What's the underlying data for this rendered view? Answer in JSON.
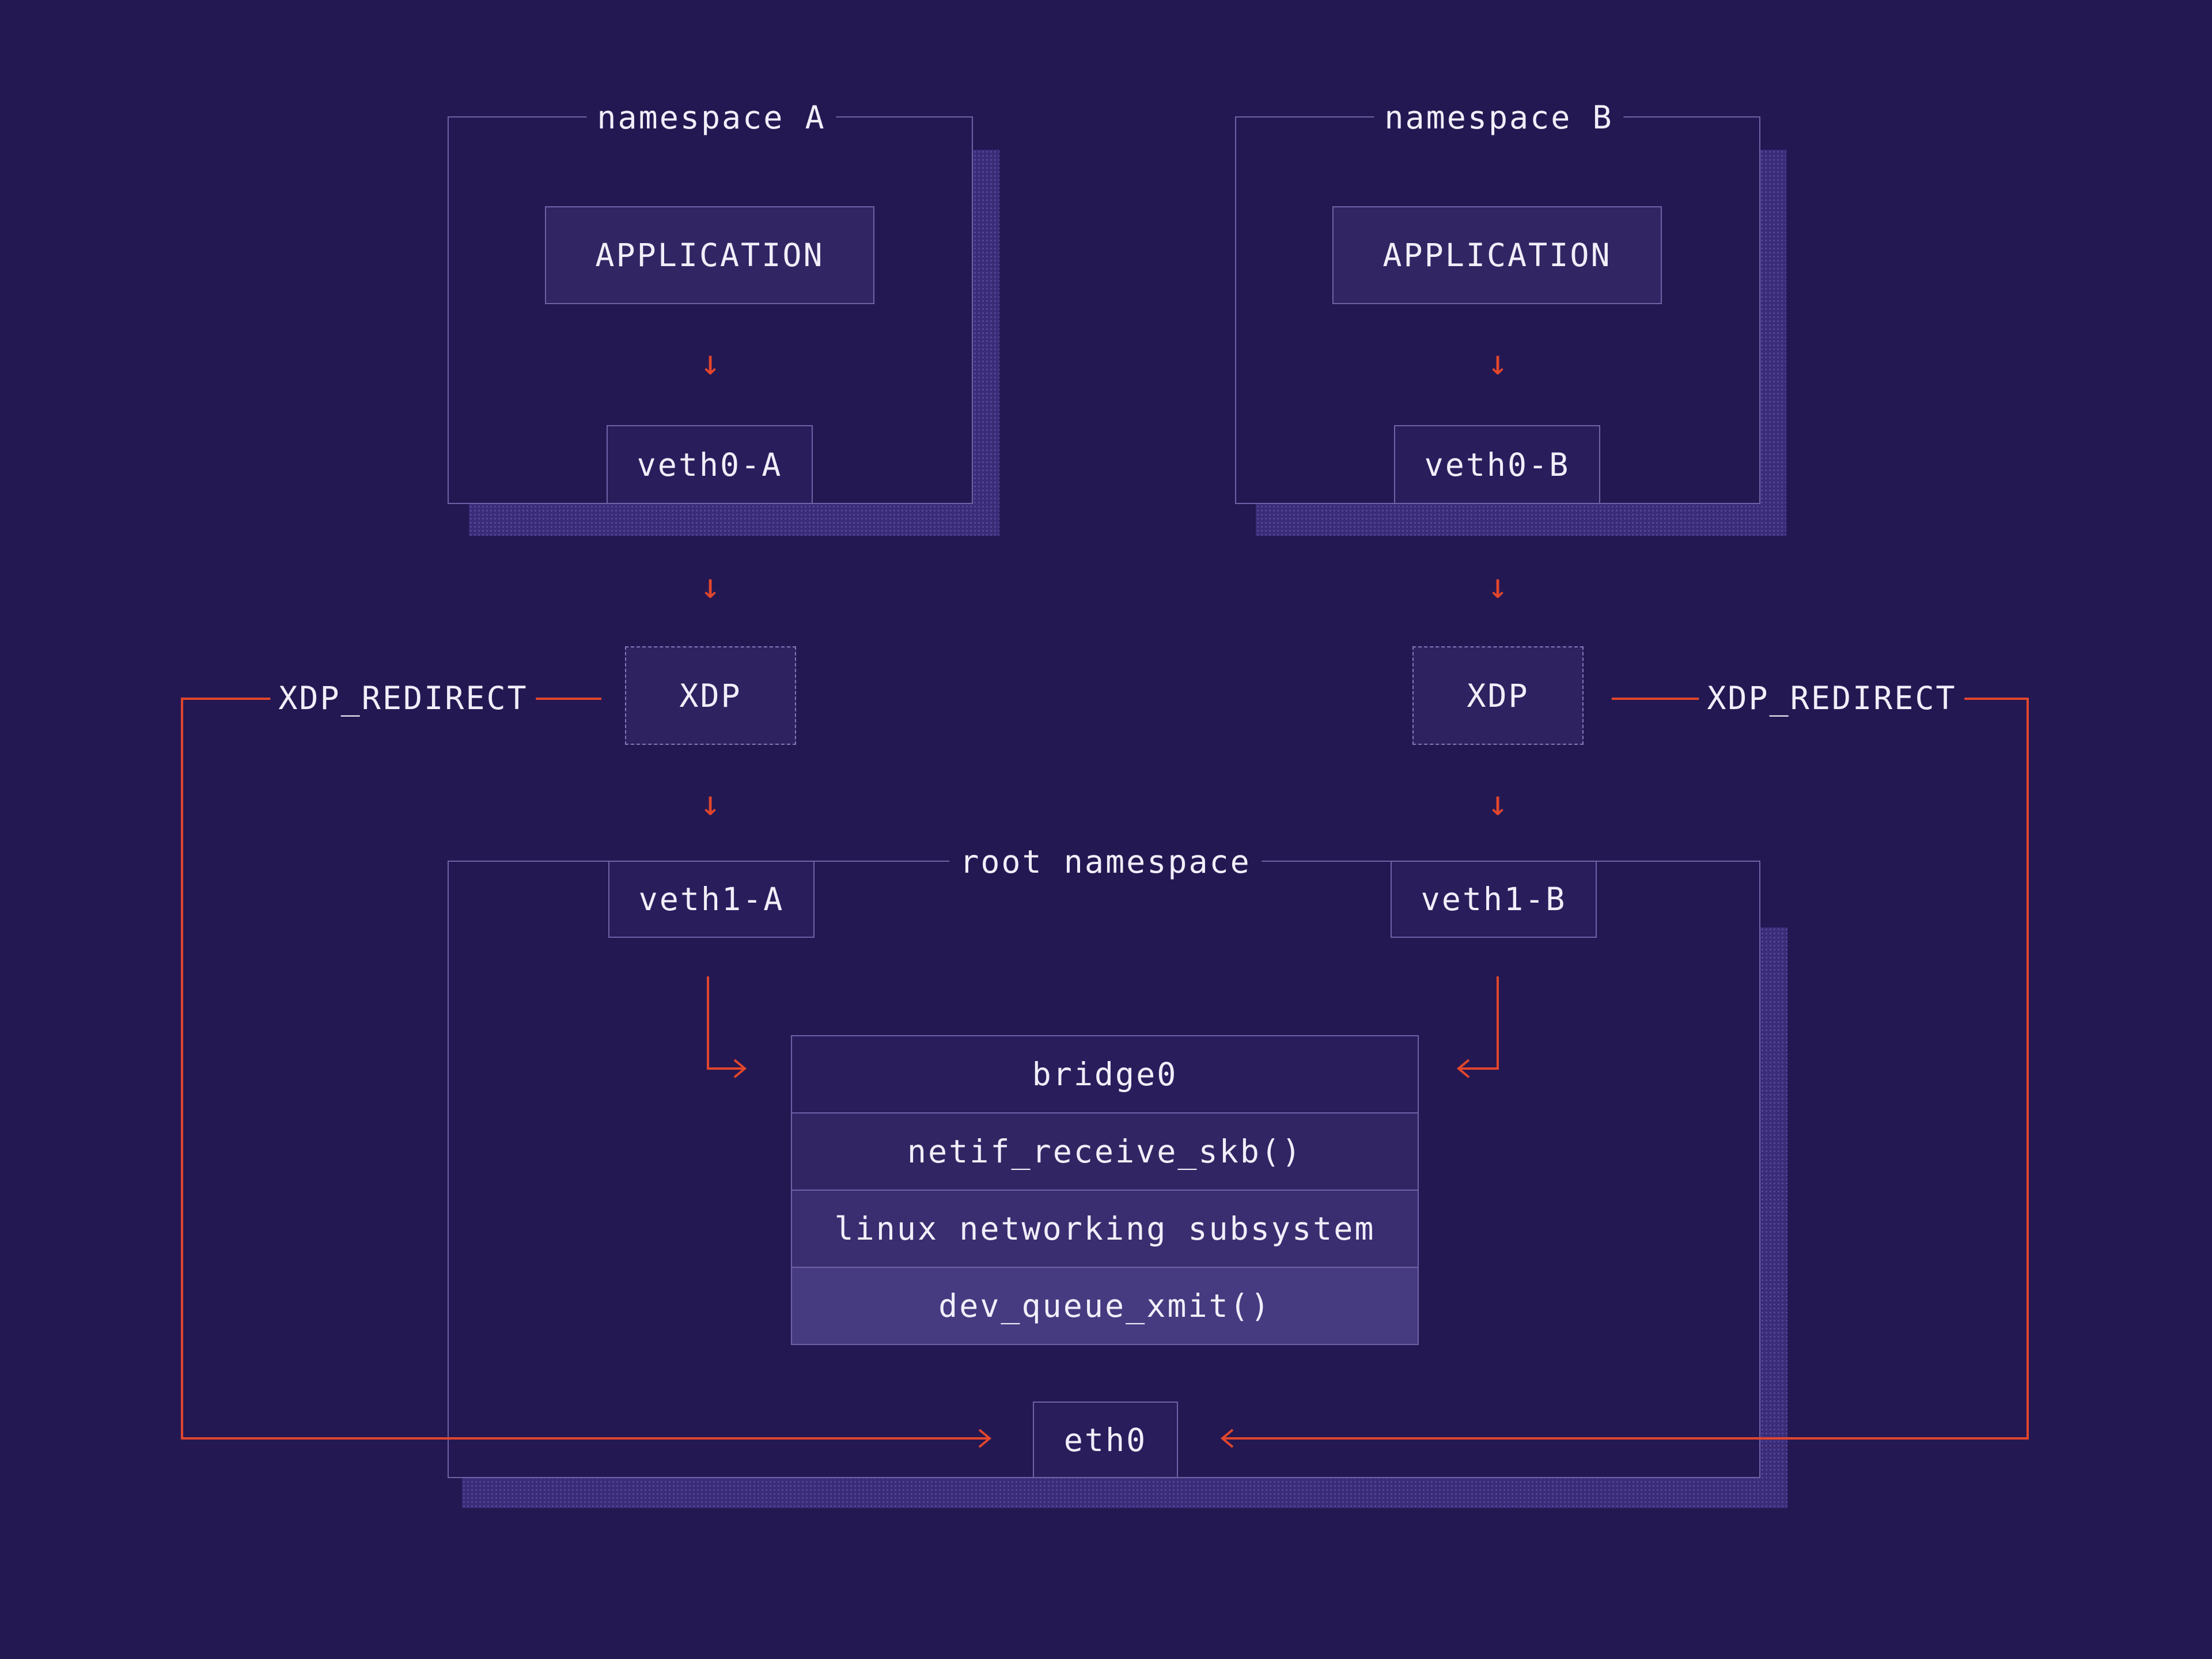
{
  "namespaces": {
    "a": {
      "title": "namespace A",
      "app": "APPLICATION",
      "veth0": "veth0-A",
      "xdp": "XDP",
      "redirect": "XDP_REDIRECT",
      "veth1": "veth1-A"
    },
    "b": {
      "title": "namespace B",
      "app": "APPLICATION",
      "veth0": "veth0-B",
      "xdp": "XDP",
      "redirect": "XDP_REDIRECT",
      "veth1": "veth1-B"
    },
    "root": {
      "title": "root namespace"
    }
  },
  "stack": {
    "bridge": "bridge0",
    "receive": "netif_receive_skb()",
    "subsystem": "linux networking subsystem",
    "xmit": "dev_queue_xmit()"
  },
  "nic": "eth0",
  "icons": {
    "arrow": "arrow-down-icon"
  },
  "colors": {
    "background": "#241852",
    "panel": "#322563",
    "border": "#6f62a6",
    "accent": "#e2462c",
    "text": "#f1eef9"
  }
}
